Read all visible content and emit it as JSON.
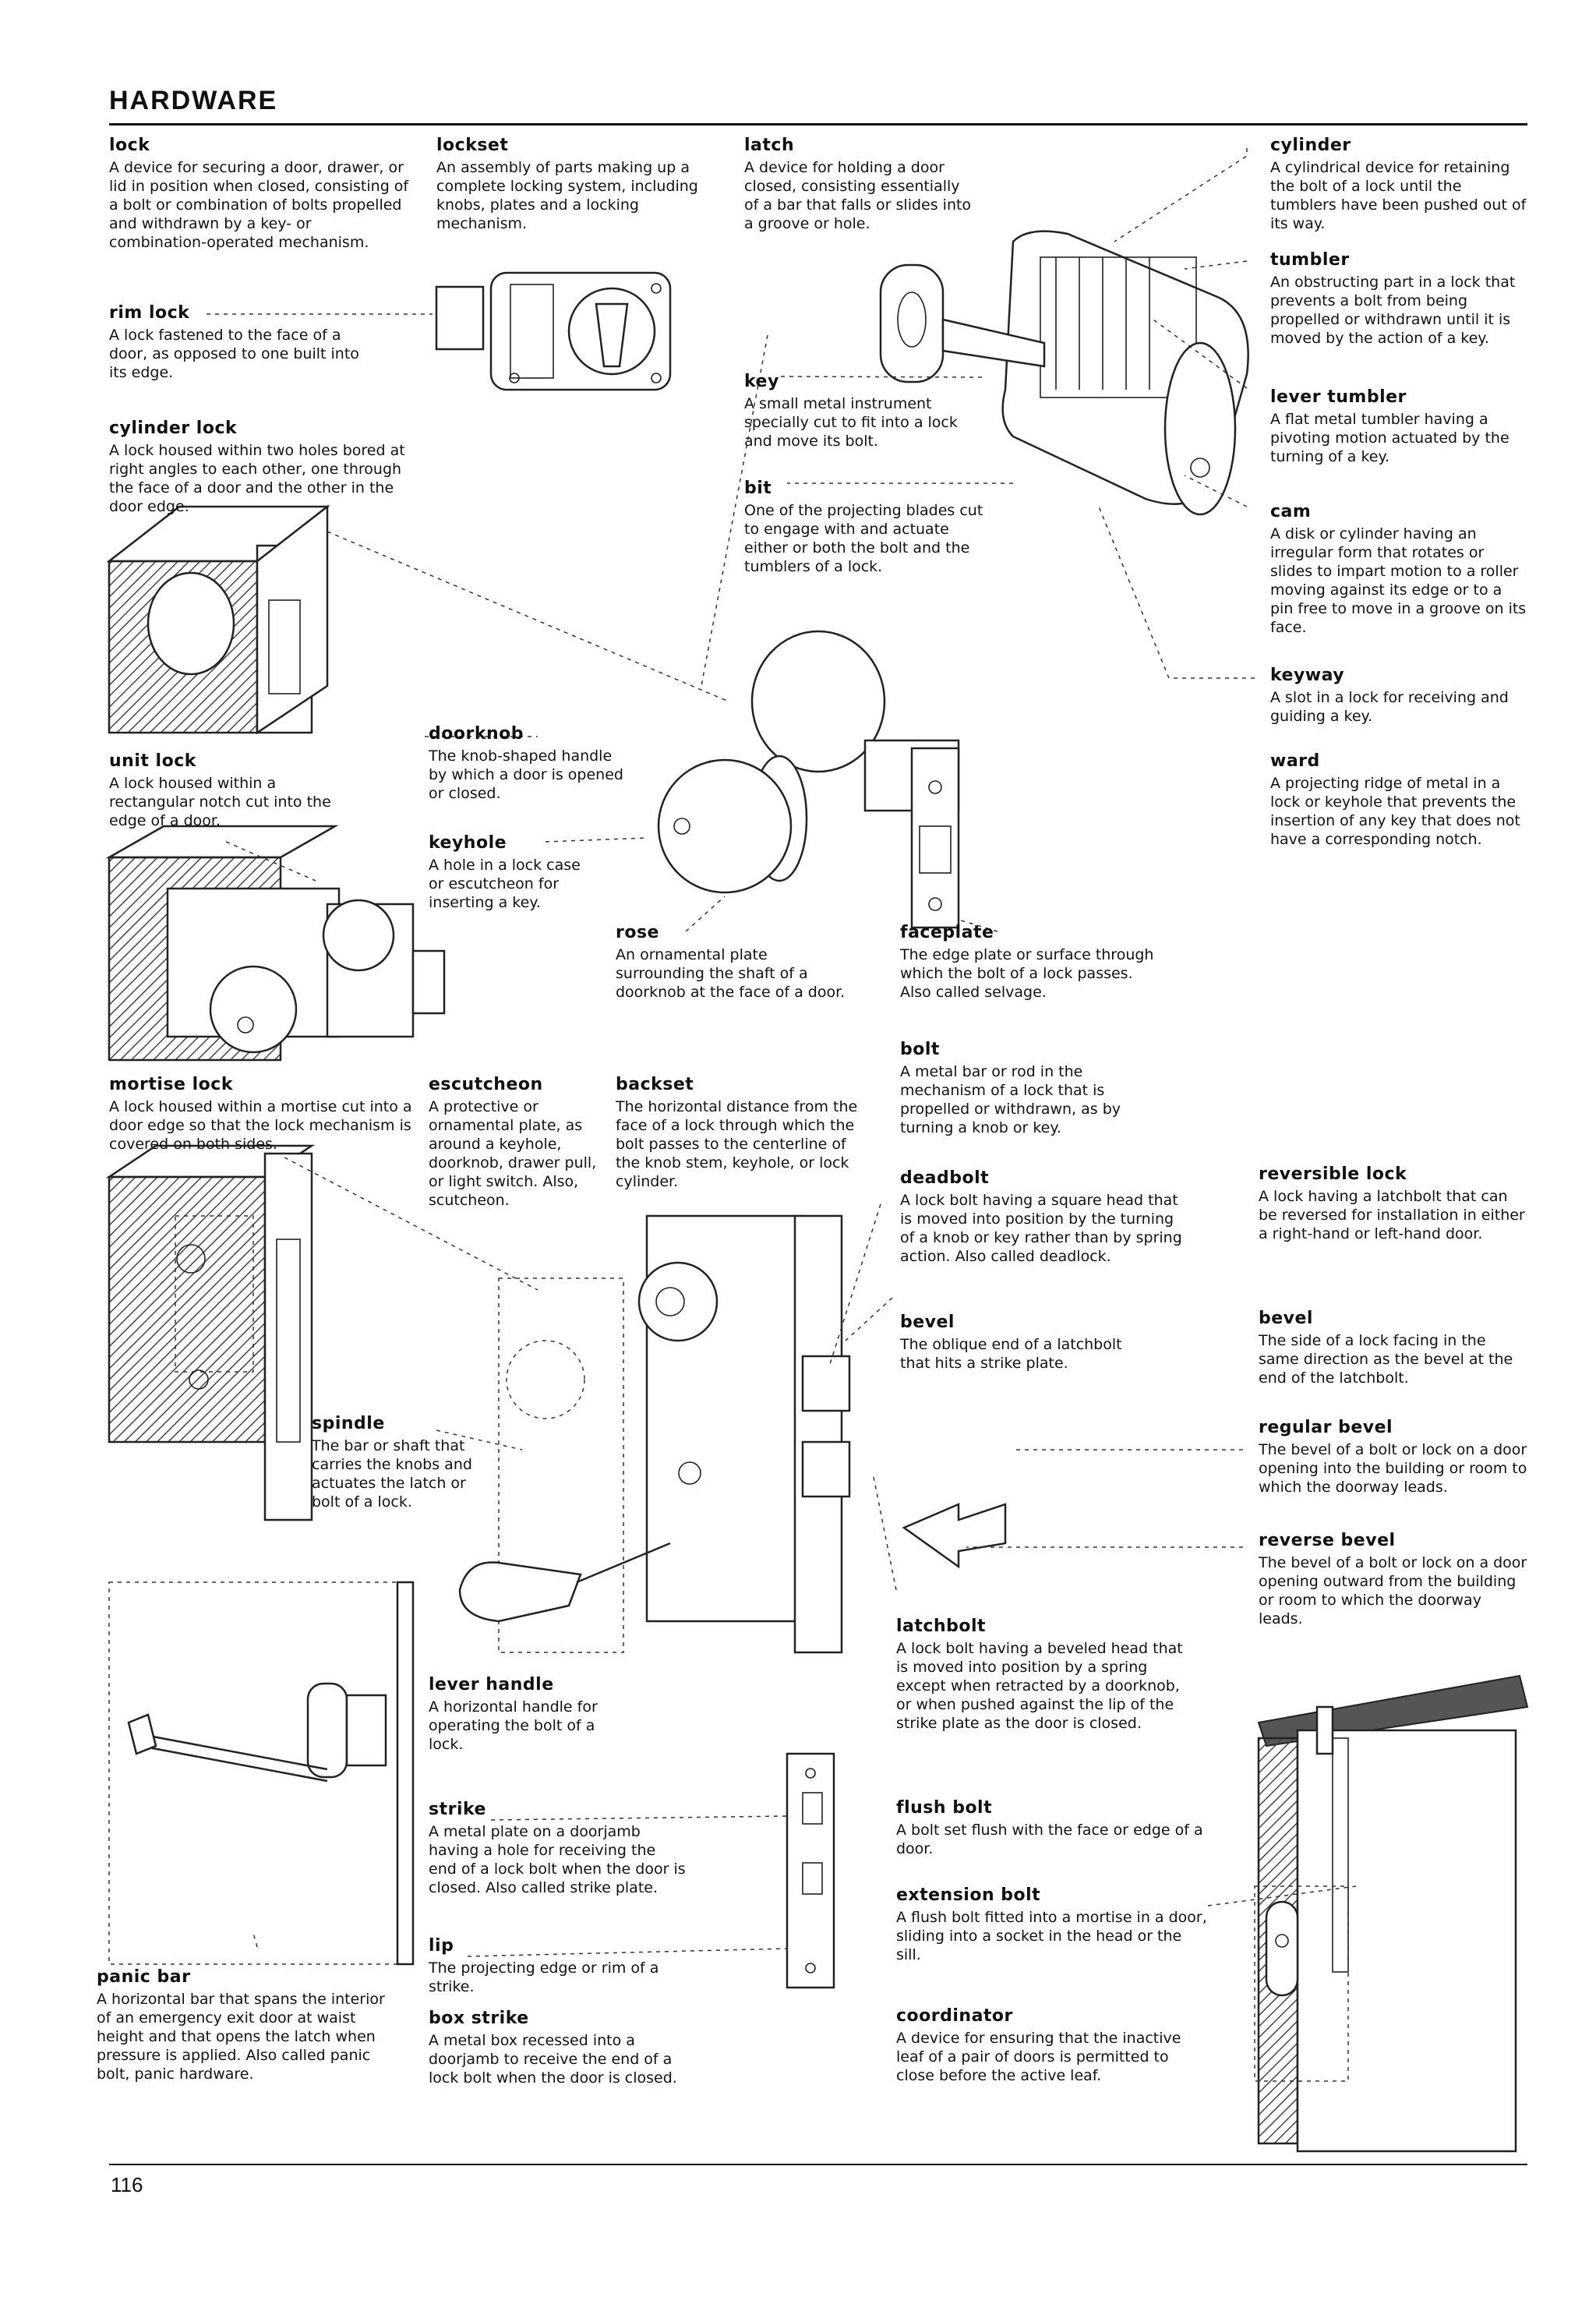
{
  "page": {
    "title": "HARDWARE",
    "number": "116"
  },
  "entries": {
    "lock": {
      "term": "lock",
      "def": "A device for securing a door, drawer, or lid in position when closed, consisting of a bolt or combination of bolts propelled and withdrawn by a key- or combination-operated mechanism."
    },
    "rim_lock": {
      "term": "rim lock",
      "def": "A lock fastened to the face of a door, as opposed to one built into its edge."
    },
    "cylinder_lock": {
      "term": "cylinder lock",
      "def": "A lock housed within two holes bored at right angles to each other, one through the face of a door and the other in the door edge."
    },
    "unit_lock": {
      "term": "unit lock",
      "def": "A lock housed within a rectangular notch cut into the edge of a door."
    },
    "mortise_lock": {
      "term": "mortise lock",
      "def": "A lock housed within a mortise cut into a door edge so that the lock mechanism is covered on both sides."
    },
    "lockset": {
      "term": "lockset",
      "def": "An assembly of parts making up a complete locking system, including knobs, plates and a locking mechanism."
    },
    "latch": {
      "term": "latch",
      "def": "A device for holding a door closed, consisting essentially of a bar that falls or slides into a groove or hole."
    },
    "key": {
      "term": "key",
      "def": "A small metal instrument specially cut to fit into a lock and move its bolt."
    },
    "bit": {
      "term": "bit",
      "def": "One of the projecting blades cut to engage with and actuate either or both the bolt and the tumblers of a lock."
    },
    "cylinder": {
      "term": "cylinder",
      "def": "A cylindrical device for retaining the bolt of a lock until the tumblers have been pushed out of its way."
    },
    "tumbler": {
      "term": "tumbler",
      "def": "An obstructing part in a lock that prevents a bolt from being propelled or withdrawn until it is moved by the action of a key."
    },
    "lever_tumbler": {
      "term": "lever tumbler",
      "def": "A flat metal tumbler having a pivoting motion actuated by the turning of a key."
    },
    "cam": {
      "term": "cam",
      "def": "A disk or cylinder having an irregular form that rotates or slides to impart motion to a roller moving against its edge or to a pin free to move in a groove on its face."
    },
    "keyway": {
      "term": "keyway",
      "def": "A slot in a lock for receiving and guiding a key."
    },
    "ward": {
      "term": "ward",
      "def": "A projecting ridge of metal in a lock or keyhole that prevents the insertion of any key that does not have a corresponding notch."
    },
    "doorknob": {
      "term": "doorknob",
      "def": "The knob-shaped handle by which a door is opened or closed."
    },
    "keyhole": {
      "term": "keyhole",
      "def": "A hole in a lock case or escutcheon for inserting a key."
    },
    "rose": {
      "term": "rose",
      "def": "An ornamental plate surrounding the shaft of a doorknob at the face of a door."
    },
    "faceplate": {
      "term": "faceplate",
      "def": "The edge plate or surface through which the bolt of a lock passes. Also called selvage."
    },
    "bolt": {
      "term": "bolt",
      "def": "A metal bar or rod in the mechanism of a lock that is propelled or withdrawn, as by turning a knob or key."
    },
    "escutcheon": {
      "term": "escutcheon",
      "def": "A protective or ornamental plate, as around a keyhole, doorknob, drawer pull, or light switch. Also, scutcheon."
    },
    "backset": {
      "term": "backset",
      "def": "The horizontal distance from the face of a lock through which the bolt passes to the centerline of the knob stem, keyhole, or lock cylinder."
    },
    "deadbolt": {
      "term": "deadbolt",
      "def": "A lock bolt having a square head that is moved into position by the turning of a knob or key rather than by spring action. Also called deadlock."
    },
    "bevel_1": {
      "term": "bevel",
      "def": "The oblique end of a latchbolt that hits a strike plate."
    },
    "reversible_lock": {
      "term": "reversible lock",
      "def": "A lock having a latchbolt that can be reversed for installation in either a right-hand or left-hand door."
    },
    "bevel_2": {
      "term": "bevel",
      "def": "The side of a lock facing in the same direction as the bevel at the end of the latchbolt."
    },
    "regular_bevel": {
      "term": "regular bevel",
      "def": "The bevel of a bolt or lock on a door opening into the building or room to which the doorway leads."
    },
    "reverse_bevel": {
      "term": "reverse bevel",
      "def": "The bevel of a bolt or lock on a door opening outward from the building or room to which the doorway leads."
    },
    "spindle": {
      "term": "spindle",
      "def": "The bar or shaft that carries the knobs and actuates the latch or bolt of a lock."
    },
    "lever_handle": {
      "term": "lever handle",
      "def": "A horizontal handle for operating the bolt of a lock."
    },
    "latchbolt": {
      "term": "latchbolt",
      "def": "A lock bolt having a beveled head that is moved into position by a spring except when retracted by a doorknob, or when pushed against the lip of the strike plate as the door is closed."
    },
    "strike": {
      "term": "strike",
      "def": "A metal plate on a doorjamb having a hole for receiving the end of a lock bolt when the door is closed. Also called strike plate."
    },
    "lip": {
      "term": "lip",
      "def": "The projecting edge or rim of a strike."
    },
    "box_strike": {
      "term": "box strike",
      "def": "A metal box recessed into a doorjamb to receive the end of a lock bolt when the door is closed."
    },
    "flush_bolt": {
      "term": "flush bolt",
      "def": "A bolt set flush with the face or edge of a door."
    },
    "extension_bolt": {
      "term": "extension bolt",
      "def": "A flush bolt fitted into a mortise in a door, sliding into a socket in the head or the sill."
    },
    "coordinator": {
      "term": "coordinator",
      "def": "A device for ensuring that the inactive leaf of a pair of doors is permitted to close before the active leaf."
    },
    "panic_bar": {
      "term": "panic bar",
      "def": "A horizontal bar that spans the interior of an emergency exit door at waist height and that opens the latch when pressure is applied. Also called panic bolt, panic hardware."
    }
  }
}
